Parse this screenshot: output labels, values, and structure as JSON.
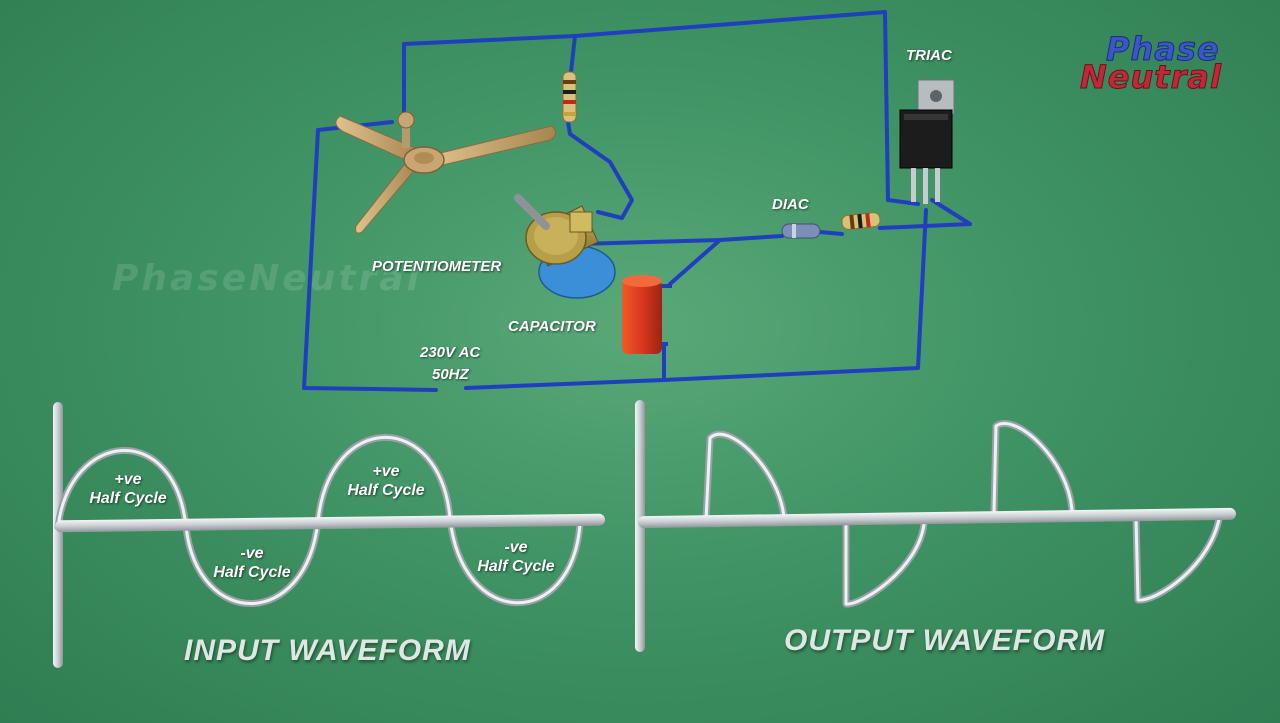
{
  "logo": {
    "line1": "Phase",
    "line2": "Neutral"
  },
  "watermark": "PhaseNeutral",
  "circuit": {
    "triac": "TRIAC",
    "diac": "DIAC",
    "potentiometer": "POTENTIOMETER",
    "capacitor": "CAPACITOR",
    "supply_line1": "230V AC",
    "supply_line2": "50HZ"
  },
  "input_waveform": {
    "title": "INPUT WAVEFORM",
    "pos1": {
      "sign": "+ve",
      "text": "Half Cycle"
    },
    "neg1": {
      "sign": "-ve",
      "text": "Half Cycle"
    },
    "pos2": {
      "sign": "+ve",
      "text": "Half Cycle"
    },
    "neg2": {
      "sign": "-ve",
      "text": "Half Cycle"
    }
  },
  "output_waveform": {
    "title": "OUTPUT WAVEFORM"
  },
  "colors": {
    "background": "#3f9364",
    "wire": "#1f3fbf",
    "rod": "#d9dde0",
    "capacitor": "#d9381e",
    "triac_body": "#1c1c1c",
    "fan": "#c9a571"
  }
}
